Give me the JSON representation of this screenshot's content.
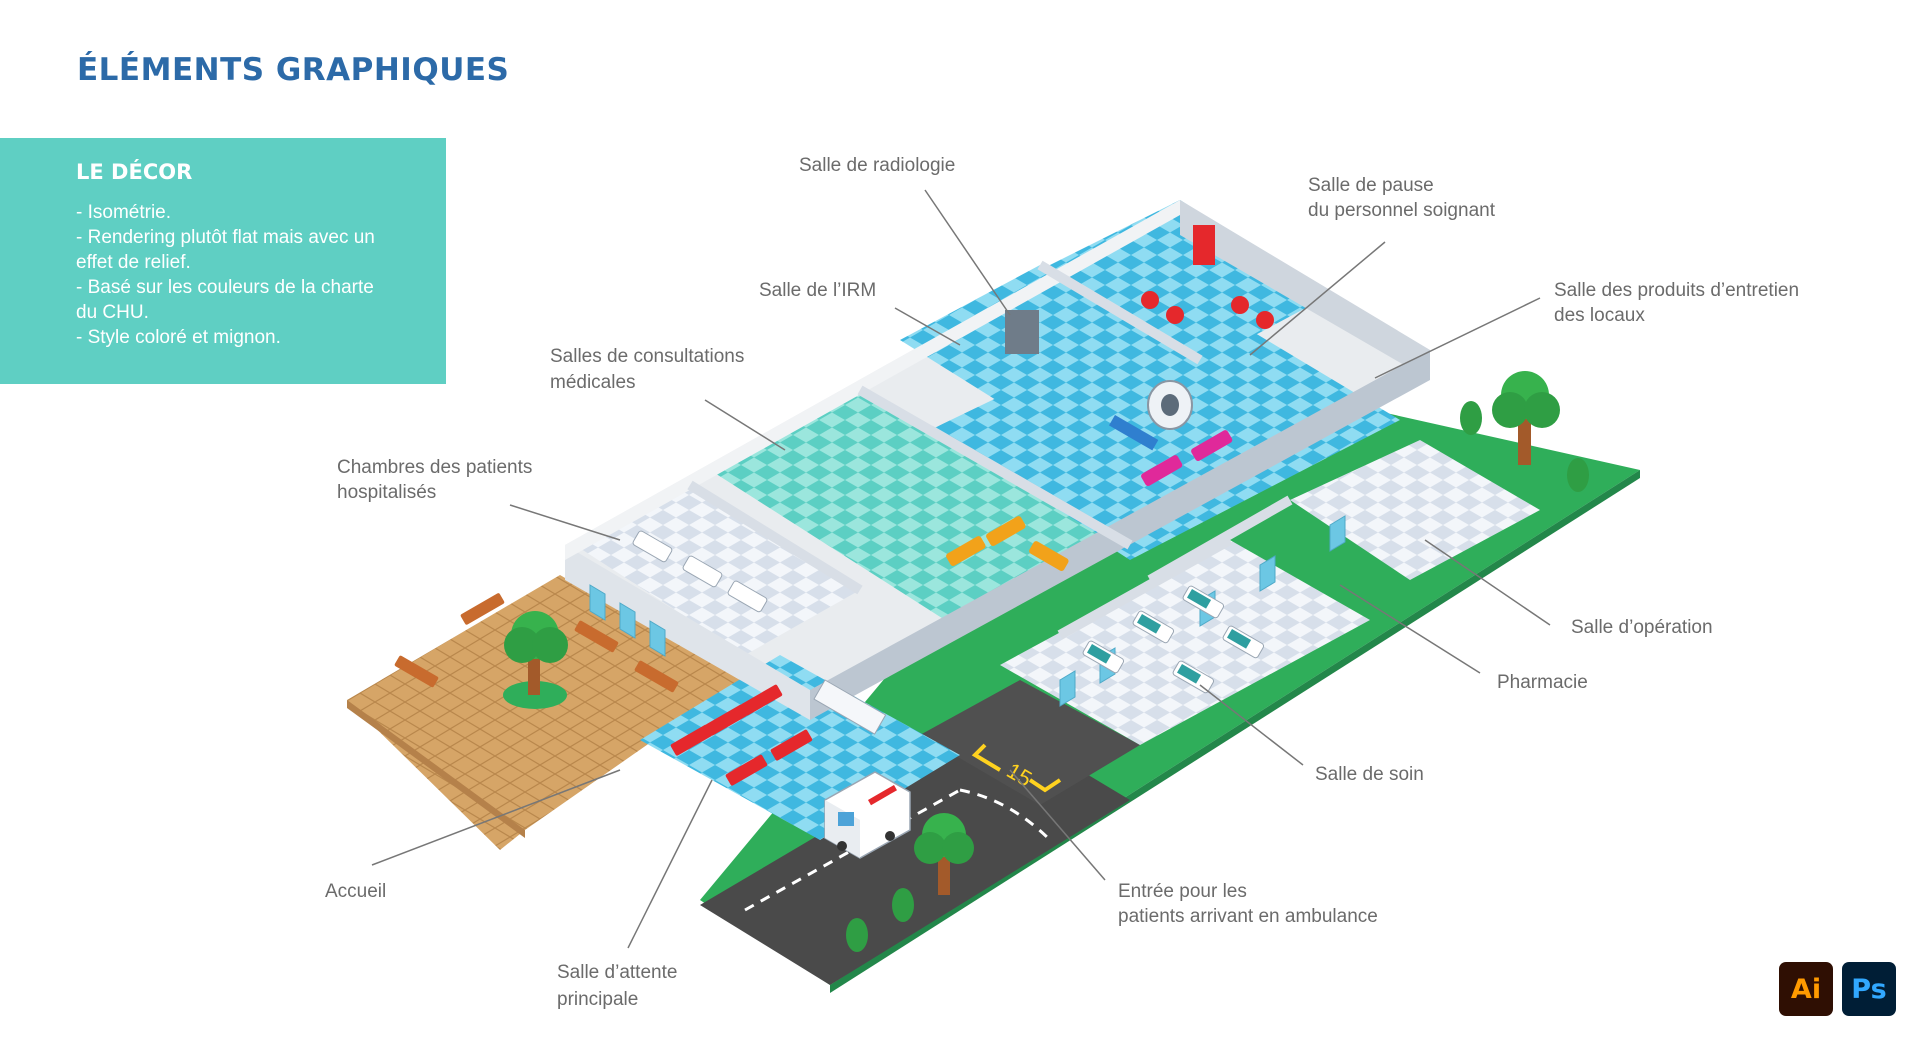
{
  "header": {
    "title": "ÉLÉMENTS GRAPHIQUES"
  },
  "panel": {
    "title": "LE DÉCOR",
    "lines": [
      "- Isométrie.",
      "- Rendering plutôt flat mais avec un",
      "effet de relief.",
      "- Basé sur les couleurs de la charte",
      "du CHU.",
      "- Style coloré et mignon."
    ]
  },
  "labels": {
    "radiologie": "Salle de radiologie",
    "pause_1": "Salle de pause",
    "pause_2": "du personnel soignant",
    "irm": "Salle de l’IRM",
    "entretien_1": "Salle des produits d’entretien",
    "entretien_2": "des locaux",
    "consult_1": "Salles de consultations",
    "consult_2": "médicales",
    "chambres_1": "Chambres des patients",
    "chambres_2": "hospitalisés",
    "operation": "Salle d’opération",
    "pharmacie": "Pharmacie",
    "soin": "Salle de soin",
    "accueil": "Accueil",
    "entree_1": "Entrée pour les",
    "entree_2": "patients arrivant en ambulance",
    "attente_1": "Salle d’attente",
    "attente_2": "principale"
  },
  "scene": {
    "parking_number": "15"
  },
  "colors": {
    "teal": "#5fcfc3",
    "title_blue": "#2c6aa8",
    "grass": "#2fae5a",
    "floor_blue": "#5bc6e6",
    "floor_teal": "#6fd8cf",
    "road": "#4a4a4a",
    "plaza": "#d9a76a"
  },
  "icons": [
    "illustrator-icon",
    "photoshop-icon"
  ],
  "software": {
    "ai": "Ai",
    "ps": "Ps"
  }
}
